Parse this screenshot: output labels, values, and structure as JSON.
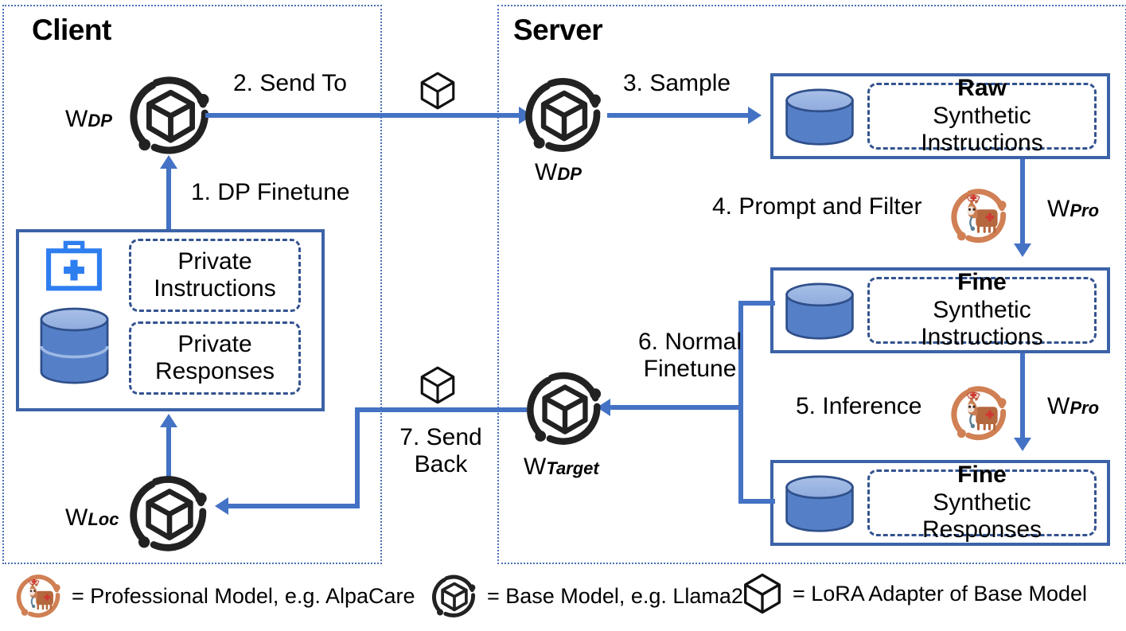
{
  "diagram": {
    "panels": {
      "client": "Client",
      "server": "Server"
    },
    "client": {
      "w_dp": "W",
      "w_dp_sub": "DP",
      "w_loc": "W",
      "w_loc_sub": "Loc",
      "step1": "1. DP Finetune",
      "data_box": {
        "private_instructions_line1": "Private",
        "private_instructions_line2": "Instructions",
        "private_responses_line1": "Private",
        "private_responses_line2": "Responses",
        "medical_icon": "medical-kit-icon",
        "database_icon": "database-cylinder-icon"
      }
    },
    "middle": {
      "step2": "2. Send To",
      "step7_line1": "7. Send",
      "step7_line2": "Back",
      "lora_icon_top": "lora-cube-icon",
      "lora_icon_bottom": "lora-cube-icon"
    },
    "server": {
      "w_dp": "W",
      "w_dp_sub": "DP",
      "w_pro": "W",
      "w_pro_sub": "Pro",
      "w_target": "W",
      "w_target_sub": "Target",
      "step3": "3. Sample",
      "step4": "4. Prompt and Filter",
      "step5": "5. Inference",
      "step6_line1": "6. Normal",
      "step6_line2": "Finetune",
      "boxes": [
        {
          "emph": "Raw",
          "rest": " Synthetic",
          "line2": "Instructions"
        },
        {
          "emph": "Fine",
          "rest": " Synthetic",
          "line2": "Instructions"
        },
        {
          "emph": "Fine",
          "rest": " Synthetic",
          "line2": "Responses"
        }
      ]
    },
    "legend": [
      {
        "icon": "alpaca-professional-model-icon",
        "text": "= Professional Model, e.g. AlpaCare"
      },
      {
        "icon": "base-model-icon",
        "text": "= Base Model, e.g. Llama2"
      },
      {
        "icon": "lora-cube-icon",
        "text": "= LoRA Adapter of Base Model"
      }
    ],
    "colors": {
      "arrow_blue": "#4472C4",
      "box_blue": "#3c63a8",
      "panel_dotted": "#4a6fb5",
      "medical_blue": "#2e7ef0",
      "alpaca_orange": "#d08054"
    }
  }
}
